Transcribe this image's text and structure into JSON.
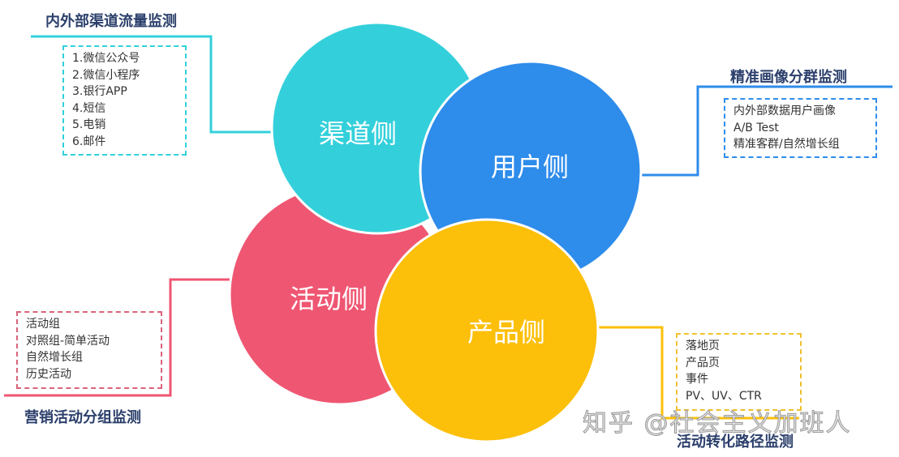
{
  "circles": [
    {
      "id": "channel",
      "label": "渠道侧",
      "color": "#33d0db"
    },
    {
      "id": "user",
      "label": "用户侧",
      "color": "#2e8ceb"
    },
    {
      "id": "activity",
      "label": "活动侧",
      "color": "#ef5672"
    },
    {
      "id": "product",
      "label": "产品侧",
      "color": "#fcbf0a"
    }
  ],
  "sections": {
    "channel": {
      "title": "内外部渠道流量监测",
      "items": [
        "1.微信公众号",
        "2.微信小程序",
        "3.银行APP",
        "4.短信",
        "5.电销",
        "6.邮件"
      ]
    },
    "user": {
      "title": "精准画像分群监测",
      "items": [
        "内外部数据用户画像",
        "A/B Test",
        "精准客群/自然增长组"
      ]
    },
    "activity": {
      "title": "营销活动分组监测",
      "items": [
        "活动组",
        "对照组-简单活动",
        "自然增长组",
        "历史活动"
      ]
    },
    "product": {
      "title": "活动转化路径监测",
      "items": [
        "落地页",
        "产品页",
        "事件",
        "PV、UV、CTR"
      ]
    }
  },
  "watermark": "知乎 @社会主义加班人",
  "colors": {
    "title": "#2b3f6b",
    "channel": "#33d0db",
    "user": "#2e8ceb",
    "activity": "#ef5672",
    "product": "#fcbf0a"
  }
}
